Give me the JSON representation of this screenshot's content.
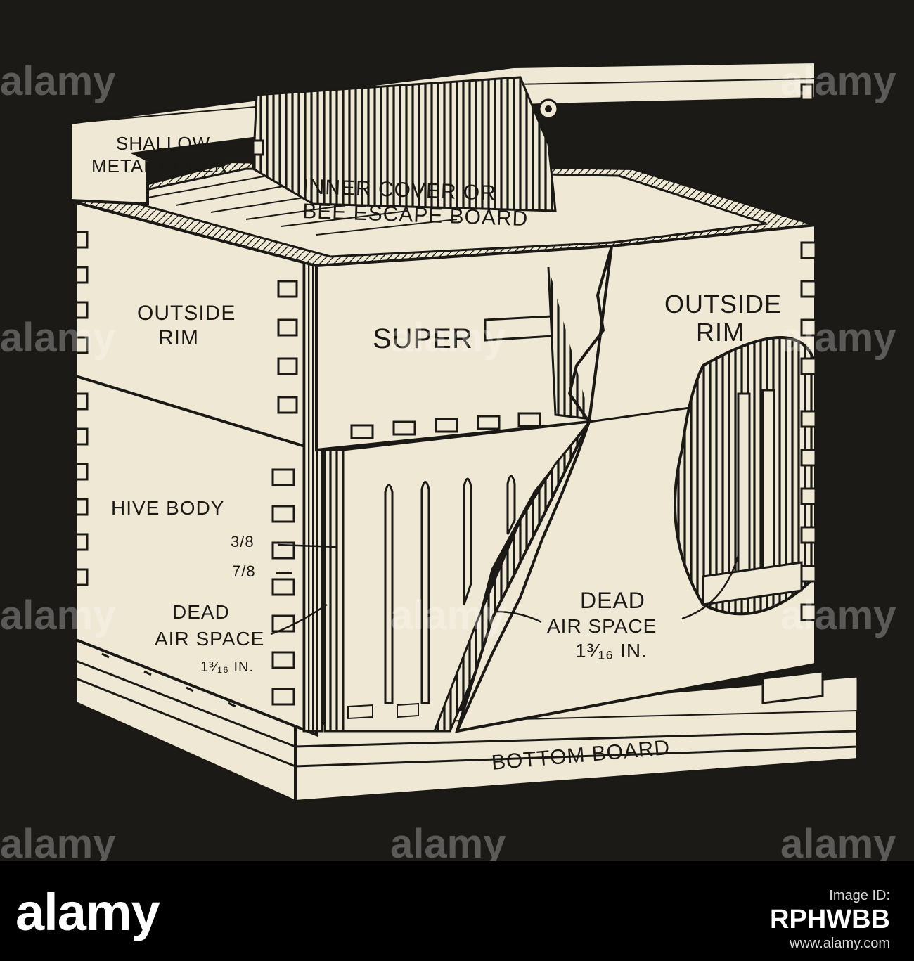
{
  "diagram": {
    "labels": {
      "shallow_metal_cover_line1": "SHALLOW",
      "shallow_metal_cover_line2": "METAL COVER",
      "inner_cover_line1": "INNER COVER OR",
      "inner_cover_line2": "BEE ESCAPE BOARD",
      "outside_rim_left_line1": "OUTSIDE",
      "outside_rim_left_line2": "RIM",
      "super": "SUPER",
      "outside_rim_right_line1": "OUTSIDE",
      "outside_rim_right_line2": "RIM",
      "hive_body": "HIVE BODY",
      "dim_three_eighths": "3/8",
      "dim_seven_eighths": "7/8",
      "dead_air_left_line1": "DEAD",
      "dead_air_left_line2": "AIR SPACE",
      "dead_air_left_line3": "1³⁄₁₆ IN.",
      "dead_air_right_line1": "DEAD",
      "dead_air_right_line2": "AIR SPACE",
      "dead_air_right_line3": "1³⁄₁₆ IN.",
      "bottom_board": "BOTTOM BOARD"
    },
    "colors": {
      "paper": "#efe8d4",
      "ink": "#1a1915",
      "background": "#1b1a17"
    }
  },
  "watermark": {
    "brand_repeat": "alamy"
  },
  "footer": {
    "brand": "alamy",
    "image_id_caption": "Image ID:",
    "image_id": "RPHWBB",
    "site_url": "www.alamy.com"
  }
}
